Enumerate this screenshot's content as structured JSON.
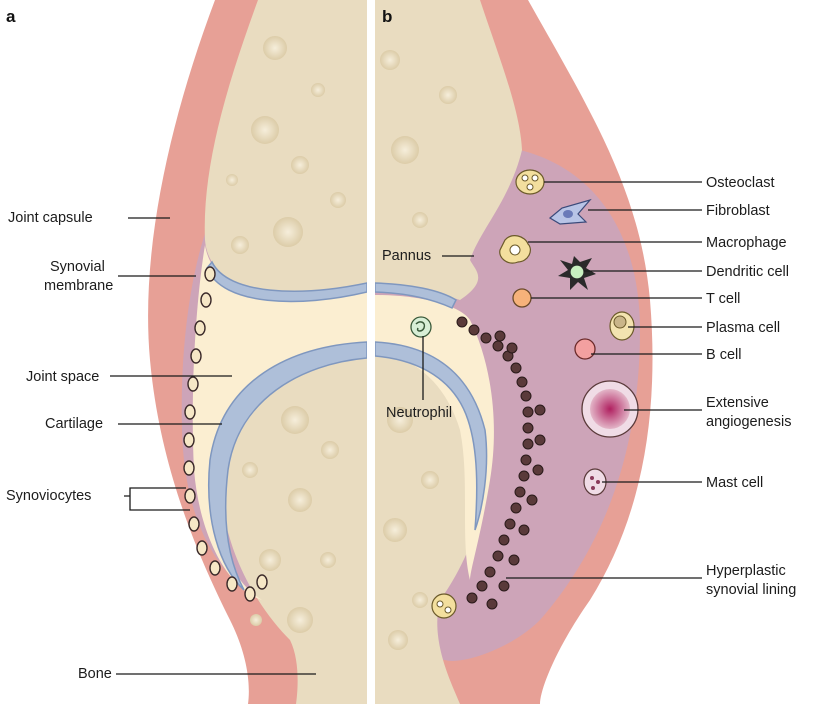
{
  "panels": {
    "a": "a",
    "b": "b"
  },
  "labels_a": {
    "joint_capsule": "Joint capsule",
    "synovial_membrane_1": "Synovial",
    "synovial_membrane_2": "membrane",
    "joint_space": "Joint space",
    "cartilage": "Cartilage",
    "synoviocytes": "Synoviocytes",
    "bone": "Bone"
  },
  "labels_b": {
    "osteoclast": "Osteoclast",
    "fibroblast": "Fibroblast",
    "pannus": "Pannus",
    "macrophage": "Macrophage",
    "dendritic_cell": "Dendritic cell",
    "t_cell": "T cell",
    "plasma_cell": "Plasma cell",
    "b_cell": "B cell",
    "neutrophil": "Neutrophil",
    "angiogenesis_1": "Extensive",
    "angiogenesis_2": "angiogenesis",
    "mast_cell": "Mast cell",
    "hyperplastic_1": "Hyperplastic",
    "hyperplastic_2": "synovial lining"
  },
  "colors": {
    "capsule": "#e7a096",
    "capsule_edge": "#cf7f75",
    "synovium": "#cda4b8",
    "synovium_dark": "#b98aa3",
    "bone": "#e9dcc0",
    "bone_shade": "#d9c9a6",
    "cartilage": "#aebfd9",
    "cartilage_edge": "#7f97bf",
    "joint_space": "#fbeed1",
    "divider": "#ffffff"
  }
}
